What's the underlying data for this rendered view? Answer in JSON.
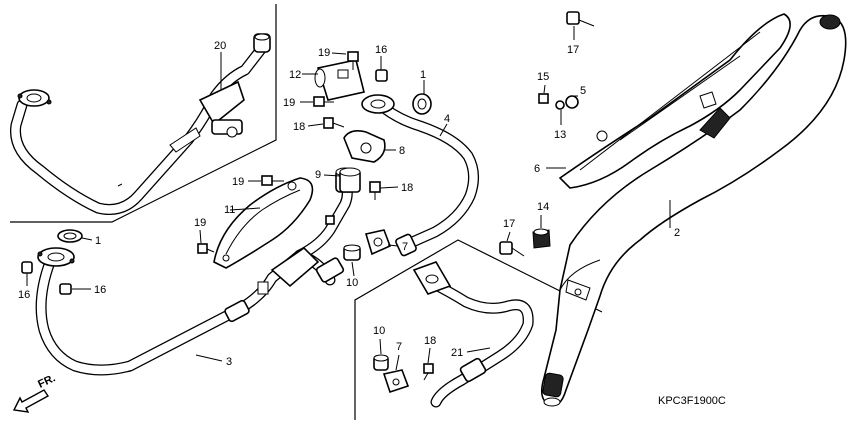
{
  "diagram": {
    "code": "KPC3F1900C",
    "front_label": "FR.",
    "callouts": {
      "c_20": "20",
      "c_19a": "19",
      "c_16a": "16",
      "c_12": "12",
      "c_1a": "1",
      "c_19b": "19",
      "c_18a": "18",
      "c_4": "4",
      "c_8": "8",
      "c_9": "9",
      "c_19c": "19",
      "c_18b": "18",
      "c_11": "11",
      "c_19d": "19",
      "c_7a": "7",
      "c_10a": "10",
      "c_1b": "1",
      "c_16b": "16",
      "c_16c": "16",
      "c_3": "3",
      "c_17a": "17",
      "c_15": "15",
      "c_5": "5",
      "c_13": "13",
      "c_6": "6",
      "c_14": "14",
      "c_17b": "17",
      "c_2": "2",
      "c_10b": "10",
      "c_7b": "7",
      "c_18c": "18",
      "c_21": "21"
    }
  }
}
